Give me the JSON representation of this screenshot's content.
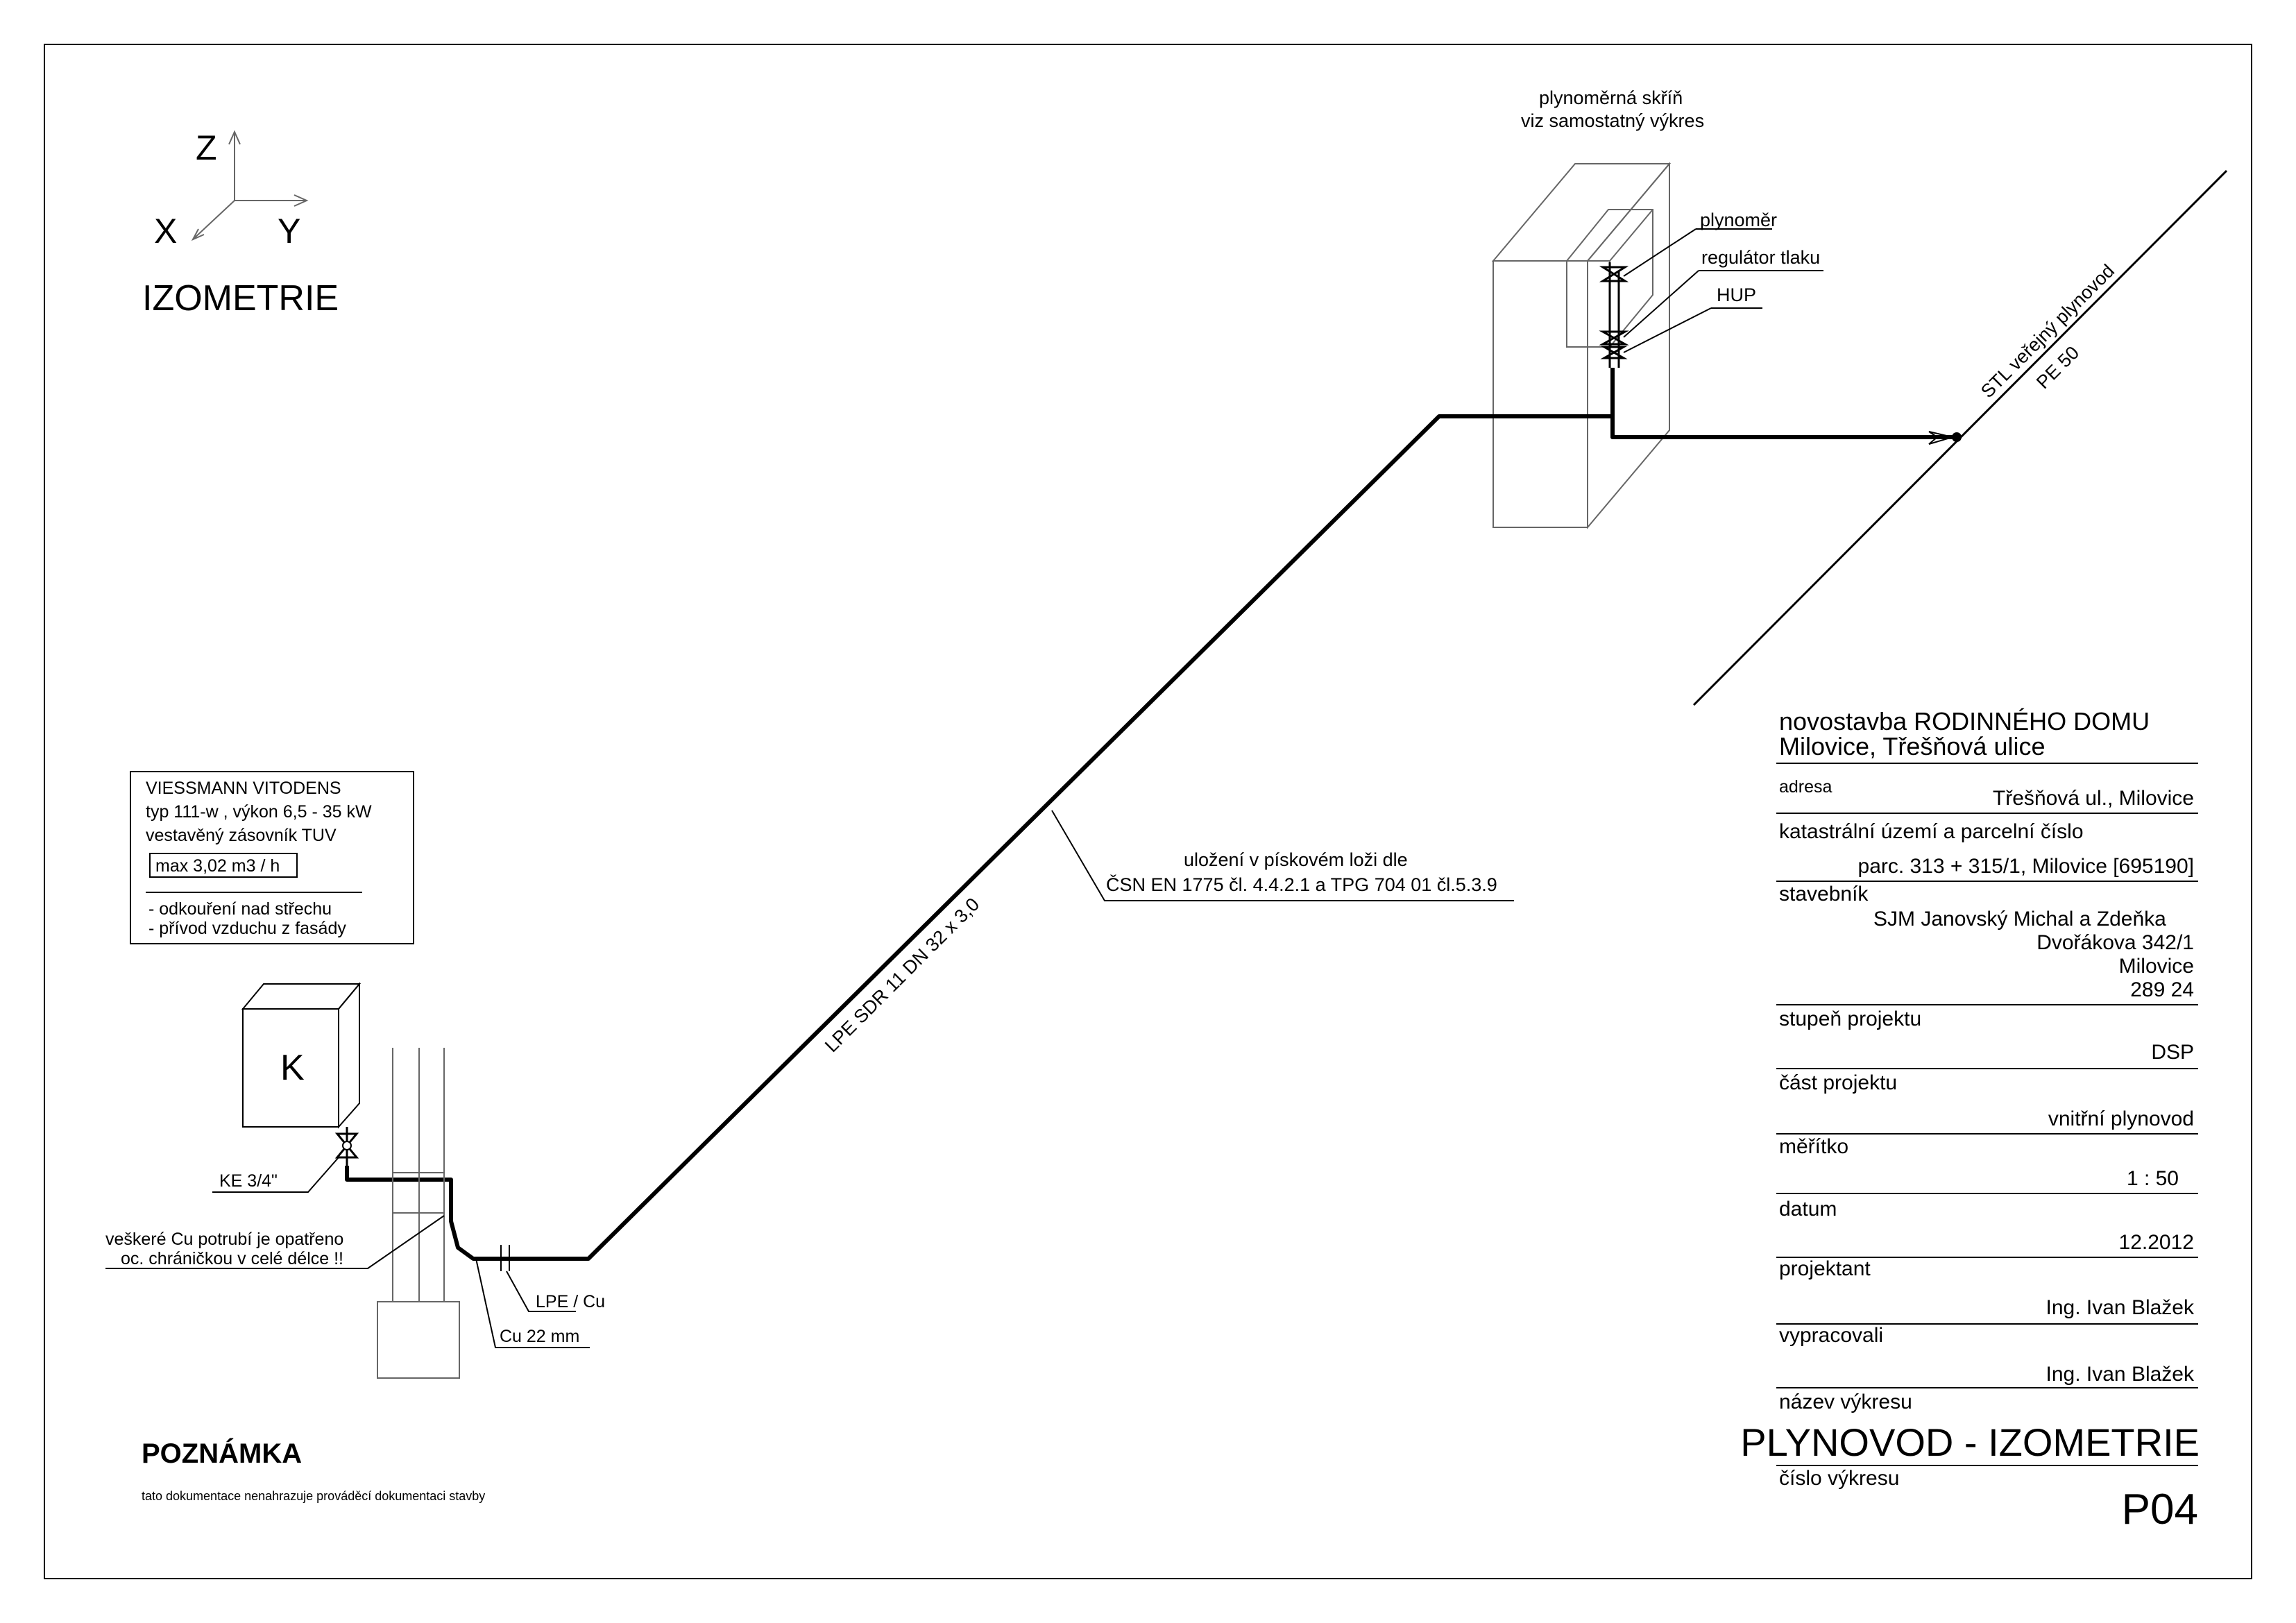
{
  "axes": {
    "z": "Z",
    "x": "X",
    "y": "Y",
    "title": "IZOMETRIE"
  },
  "meter_cabinet": {
    "line1": "plynoměrná skříň",
    "line2": "viz samostatný výkres",
    "plynomer": "plynoměr",
    "regulator": "regulátor tlaku",
    "hup": "HUP"
  },
  "street_pipe": {
    "label1": "STL veřejný plynovod",
    "label2": "PE 50"
  },
  "main_pipe": {
    "label": "LPE SDR 11 DN 32 x 3,0"
  },
  "bedding_note": {
    "line1": "uložení v pískovém loži dle",
    "line2": "ČSN EN 1775 čl. 4.4.2.1 a TPG 704 01 čl.5.3.9"
  },
  "boiler_box": {
    "line1": "VIESSMANN VITODENS",
    "line2": "typ 111-w , výkon 6,5 - 35 kW",
    "line3": "vestavěný zásovník TUV",
    "flow": "max 3,02 m3 / h",
    "note1": "- odkouření nad střechu",
    "note2": "- přívod vzduchu z fasády"
  },
  "boiler": {
    "symbol": "K"
  },
  "labels": {
    "ke": "KE 3/4\"",
    "cu_note1": "veškeré Cu potrubí je opatřeno",
    "cu_note2": "oc. chráničkou v celé délce !!",
    "lpe_cu": "LPE / Cu",
    "cu22": "Cu 22 mm"
  },
  "note": {
    "heading": "POZNÁMKA",
    "text": "tato dokumentace nenahrazuje prováděcí dokumentaci stavby"
  },
  "title_block": {
    "project1": "novostavba RODINNÉHO DOMU",
    "project2": "Milovice,  Třešňová ulice",
    "address_label": "adresa",
    "address_value": "Třešňová ul., Milovice",
    "cadastre_label": "katastrální území a parcelní číslo",
    "cadastre_value": "parc. 313 + 315/1, Milovice  [695190]",
    "builder_label": "stavebník",
    "builder_line1": "SJM Janovský Michal a Zdeňka",
    "builder_line2": "Dvořákova 342/1",
    "builder_line3": "Milovice",
    "builder_line4": "289 24",
    "stage_label": "stupeň projektu",
    "stage_value": "DSP",
    "part_label": "část projektu",
    "part_value": "vnitřní plynovod",
    "scale_label": "měřítko",
    "scale_value": "1 : 50",
    "date_label": "datum",
    "date_value": "12.2012",
    "designer_label": "projektant",
    "designer_value": "Ing. Ivan Blažek",
    "drawn_label": "vypracovali",
    "drawn_value": "Ing. Ivan Blažek",
    "drawing_name_label": "název výkresu",
    "drawing_name": "PLYNOVOD - IZOMETRIE",
    "drawing_no_label": "číslo výkresu",
    "drawing_no": "P04"
  }
}
